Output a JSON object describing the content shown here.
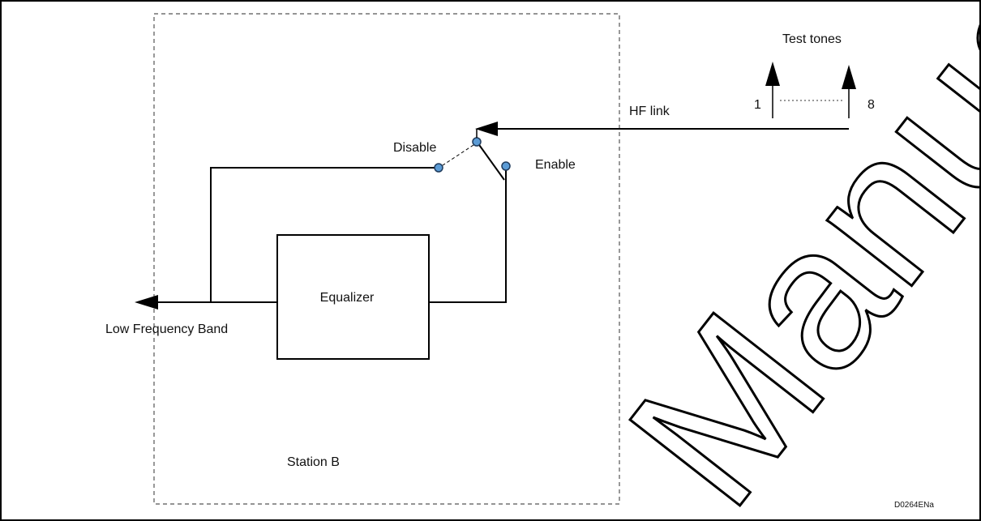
{
  "diagram": {
    "station_label": "Station B",
    "equalizer_label": "Equalizer",
    "output_label": "Low Frequency Band",
    "input_label": "HF link",
    "switch_disable_label": "Disable",
    "switch_enable_label": "Enable",
    "test_tones_label": "Test tones",
    "tone_first_label": "1",
    "tone_last_label": "8",
    "drawing_code": "D0264ENa"
  },
  "watermark": {
    "text": "ManualsLib"
  },
  "colors": {
    "contact_fill": "#5b9bd5",
    "line": "#000000",
    "frame": "#555555"
  }
}
